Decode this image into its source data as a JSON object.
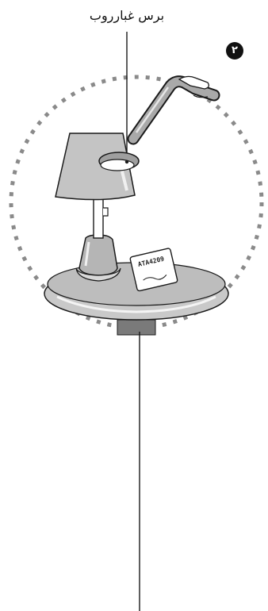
{
  "callout": {
    "label": "برس غبارروب"
  },
  "step": {
    "number": "۲"
  },
  "sticker": {
    "code": "ATA4209"
  },
  "icons": {
    "step_badge": "numbered-circle-icon"
  },
  "colors": {
    "outline": "#1a1a1a",
    "dashed_circle": "#8a8a8a",
    "gray_fill": "#b9b9b9",
    "light_gray": "#d8d8d8",
    "white": "#ffffff"
  }
}
